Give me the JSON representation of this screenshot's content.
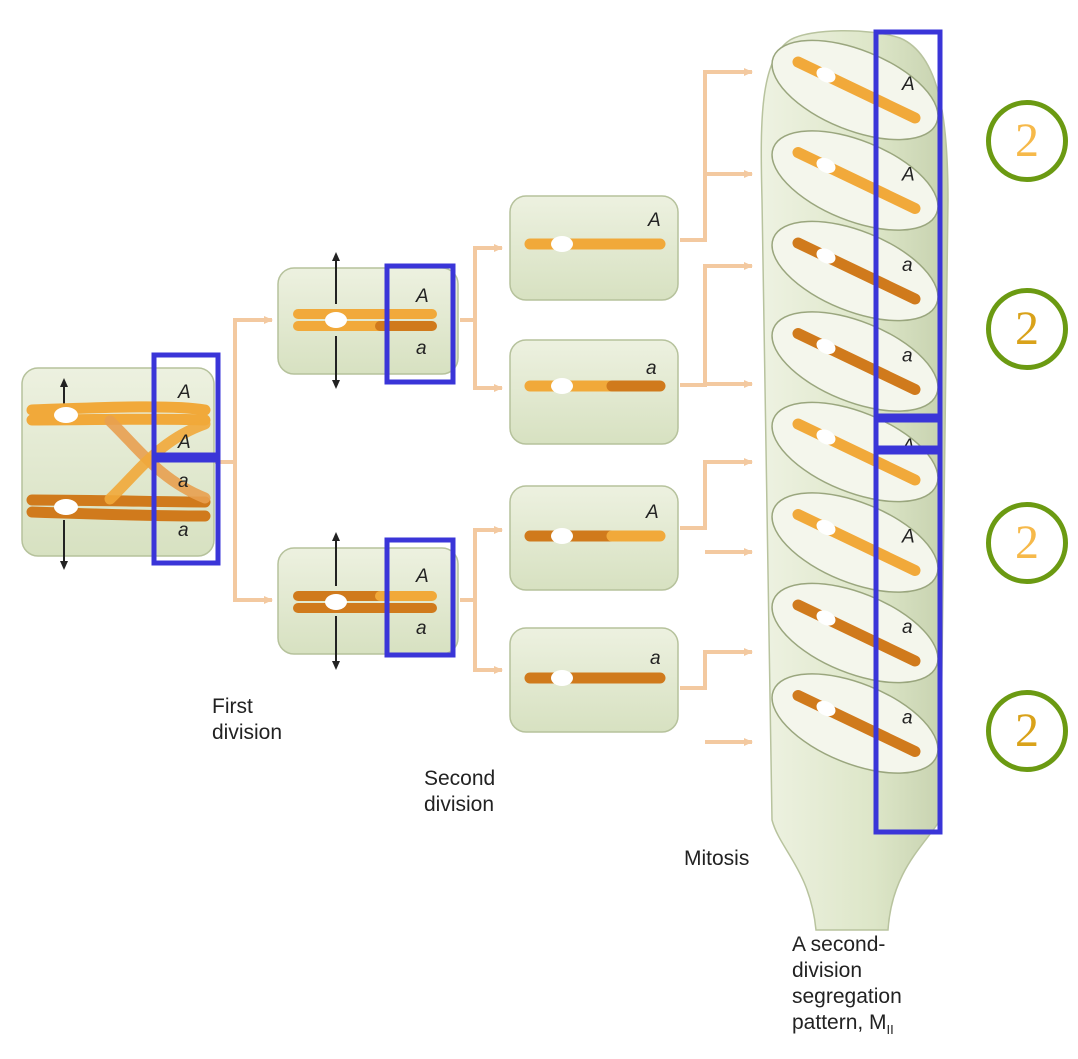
{
  "labels": {
    "first": [
      "First",
      "division"
    ],
    "second": [
      "Second",
      "division"
    ],
    "mitosis": "Mitosis",
    "pattern": [
      "A second-",
      "division",
      "segregation",
      "pattern, M"
    ],
    "pattern_sub": "II"
  },
  "alleles": {
    "dominant": "A",
    "recessive": "a"
  },
  "ascus_spores": [
    "A",
    "A",
    "a",
    "a",
    "A",
    "A",
    "a",
    "a"
  ],
  "badges": [
    "2",
    "2",
    "2",
    "2"
  ],
  "colors": {
    "light_chromatid": "#f1a93a",
    "dark_chromatid": "#d07a1c",
    "cell_fill": "#e2ead0",
    "arrow": "#f3c9a0",
    "highlight_box": "#3a35d8",
    "badge_ring": "#6b9a12",
    "badge_text_light": "#f6b94a",
    "badge_text_dark": "#d9a21a"
  }
}
